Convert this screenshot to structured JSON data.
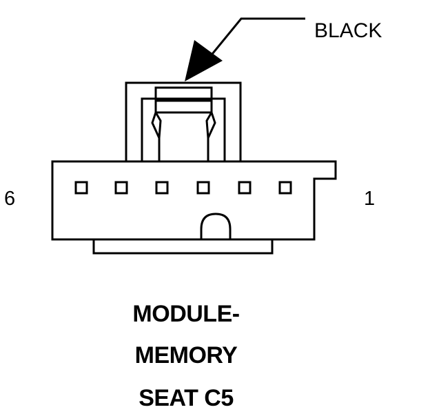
{
  "connector": {
    "color_label": "BLACK",
    "pin_left_label": "6",
    "pin_right_label": "1",
    "title_lines": [
      "MODULE-",
      "MEMORY",
      "SEAT C5"
    ]
  },
  "colors": {
    "line": "#000000",
    "background": "#ffffff"
  }
}
